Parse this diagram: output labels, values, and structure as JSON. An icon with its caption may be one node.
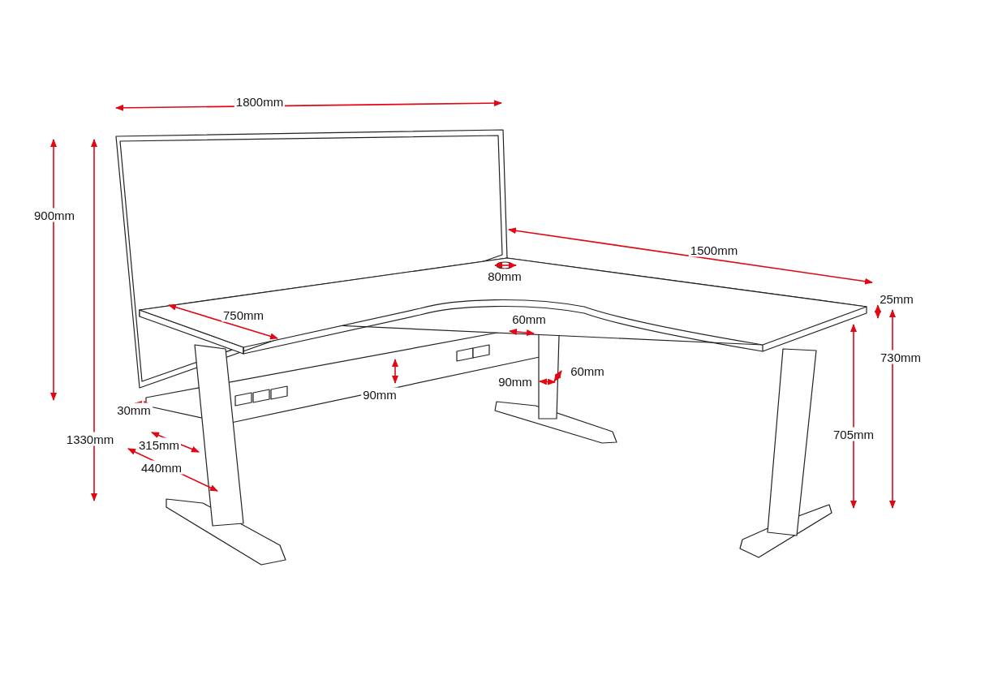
{
  "diagram": {
    "labels": [
      "1800mm",
      "900mm",
      "1500mm",
      "80mm",
      "25mm",
      "750mm",
      "60mm",
      "730mm",
      "60mm",
      "90mm",
      "90mm",
      "30mm",
      "1330mm",
      "705mm",
      "315mm",
      "440mm"
    ]
  }
}
